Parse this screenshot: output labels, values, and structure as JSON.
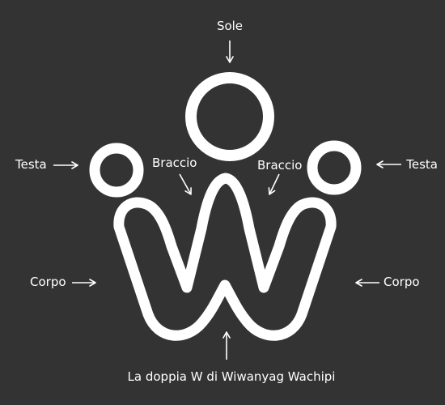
{
  "colors": {
    "background": "#333333",
    "foreground": "#ffffff"
  },
  "labels": {
    "sun": "Sole",
    "head_left": "Testa",
    "head_right": "Testa",
    "arm_left": "Braccio",
    "arm_right": "Braccio",
    "body_left": "Corpo",
    "body_right": "Corpo",
    "caption": "La doppia W di Wiwanyag Wachipi"
  },
  "arrows": [
    {
      "target": "sun",
      "direction": "down"
    },
    {
      "target": "head_left",
      "direction": "right"
    },
    {
      "target": "head_right",
      "direction": "left"
    },
    {
      "target": "arm_left",
      "direction": "down-right"
    },
    {
      "target": "arm_right",
      "direction": "down-left"
    },
    {
      "target": "body_left",
      "direction": "right"
    },
    {
      "target": "body_right",
      "direction": "left"
    },
    {
      "target": "caption",
      "direction": "up"
    }
  ]
}
